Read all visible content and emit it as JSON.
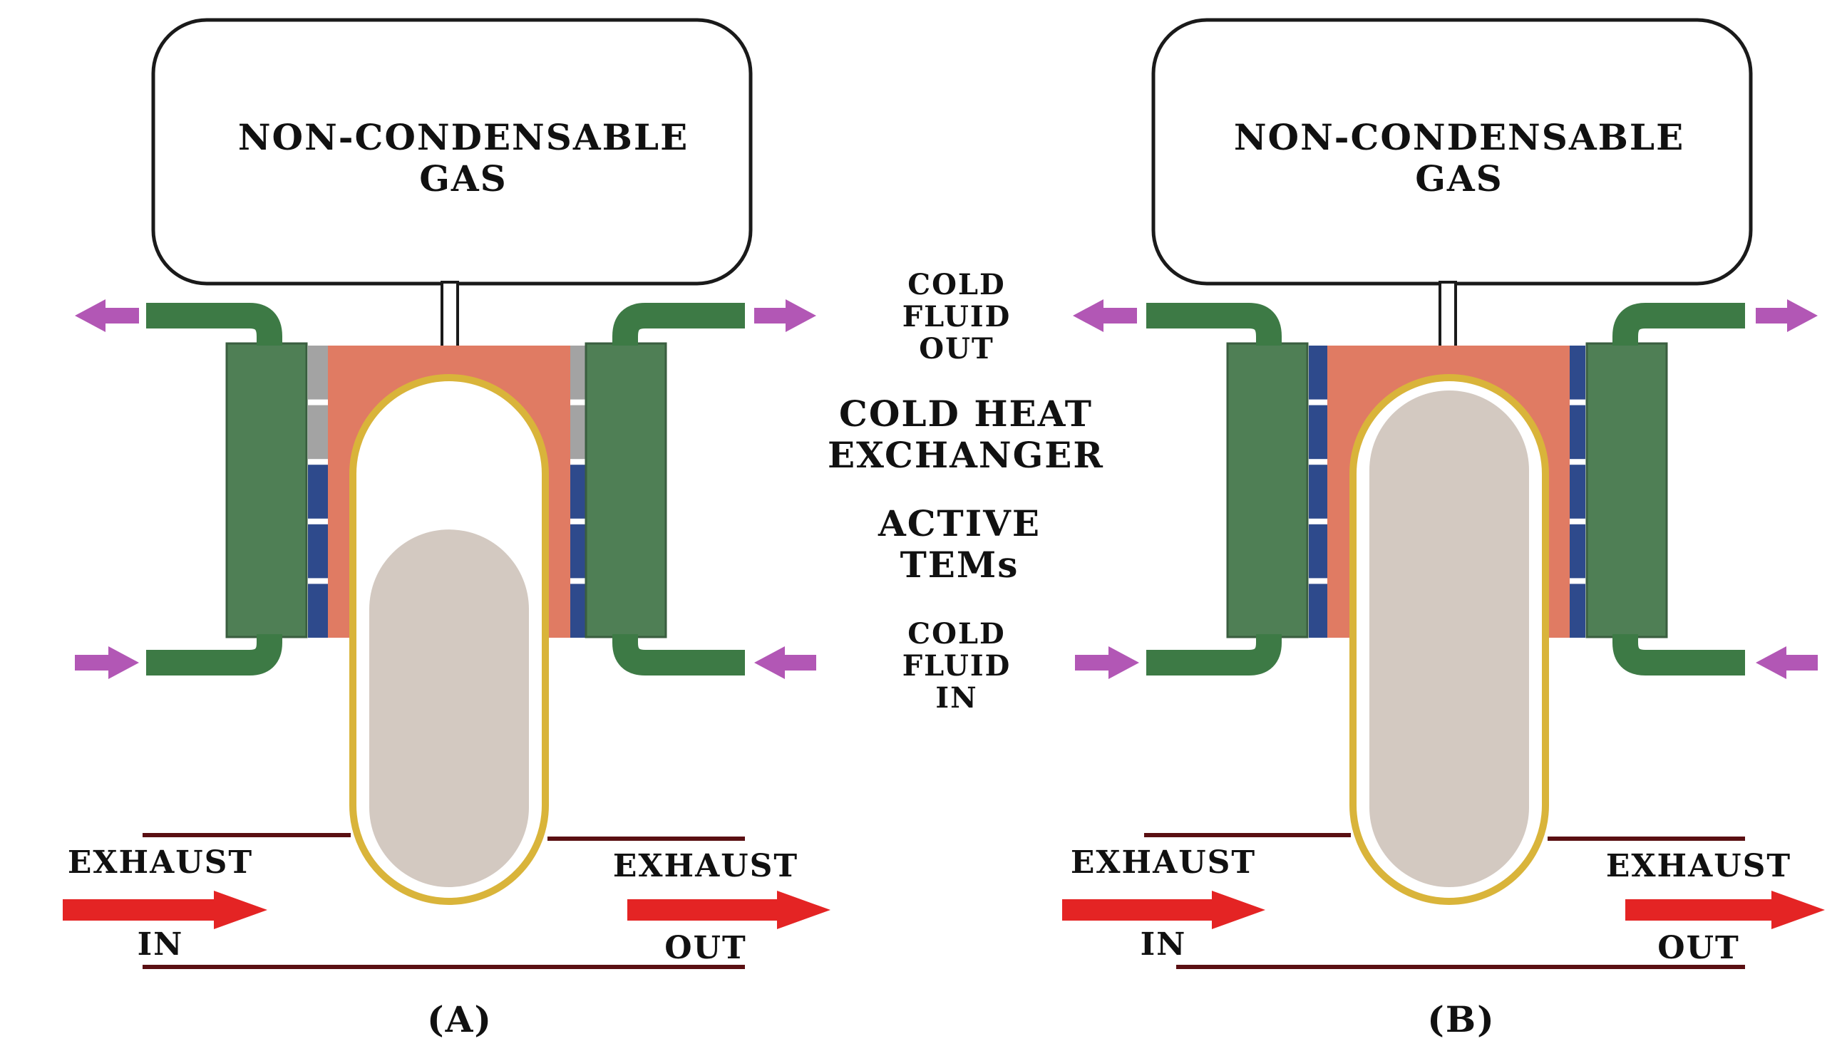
{
  "panels": [
    {
      "id": "A",
      "caption": "(A)",
      "gas_reservoir_label": [
        "NON-CONDENSABLE",
        "GAS"
      ],
      "exhaust_in_label": [
        "EXHAUST",
        "IN"
      ],
      "exhaust_out_label": [
        "EXHAUST",
        "OUT"
      ],
      "tem_modules": [
        "inactive",
        "inactive",
        "active",
        "active",
        "active"
      ],
      "vapor_fill_fraction": 0.72
    },
    {
      "id": "B",
      "caption": "(B)",
      "gas_reservoir_label": [
        "NON-CONDENSABLE",
        "GAS"
      ],
      "exhaust_in_label": [
        "EXHAUST",
        "IN"
      ],
      "exhaust_out_label": [
        "EXHAUST",
        "OUT"
      ],
      "tem_modules": [
        "active",
        "active",
        "active",
        "active",
        "active"
      ],
      "vapor_fill_fraction": 1.0
    }
  ],
  "legend": {
    "cold_fluid_out": [
      "COLD",
      "FLUID",
      "OUT"
    ],
    "cold_heat_exchanger": [
      "COLD HEAT",
      "EXCHANGER"
    ],
    "active_tems": [
      "ACTIVE",
      "TEMs"
    ],
    "cold_fluid_in": [
      "COLD",
      "FLUID",
      "IN"
    ]
  },
  "colors": {
    "heat_exchanger_green": "#4f7f55",
    "pipe_green": "#3d7a45",
    "copper_block": "#e07b63",
    "active_tem": "#2e4a8c",
    "inactive_tem": "#a3a3a3",
    "heat_pipe_wall": "#d9b43a",
    "vapor_region": "#d3c9c1",
    "fluid_arrow": "#b257b5",
    "exhaust_arrow": "#e42424",
    "duct_line": "#5a0f12"
  }
}
